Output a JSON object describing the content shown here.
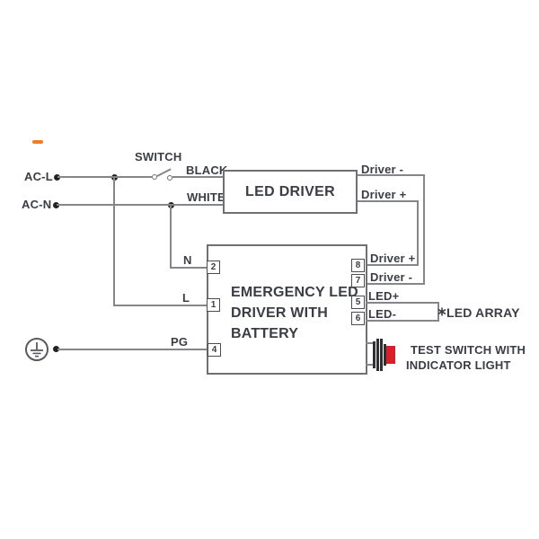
{
  "inputs": {
    "line": "AC-L",
    "neutral": "AC-N"
  },
  "switch_label": "SWITCH",
  "wire_labels": {
    "black": "BLACK",
    "white": "WHITE",
    "n": "N",
    "l": "L",
    "pg": "PG"
  },
  "led_driver_box": {
    "title": "LED DRIVER",
    "out_minus": "Driver -",
    "out_plus": "Driver +"
  },
  "emergency_box": {
    "title_lines": [
      "EMERGENCY LED",
      "DRIVER WITH",
      "BATTERY"
    ],
    "terminals_left": [
      "2",
      "1",
      "4"
    ],
    "terminals_right": [
      "8",
      "7",
      "5",
      "6"
    ],
    "in_plus": "Driver +",
    "in_minus": "Driver -",
    "led_plus": "LED+",
    "led_minus": "LED-"
  },
  "led_array_label": "LED ARRAY",
  "test_switch": {
    "line1": "TEST SWITCH WITH",
    "line2": "INDICATOR LIGHT"
  },
  "colors": {
    "wire": "#85868a",
    "text": "#3a3d45",
    "box_border": "#707072",
    "button_red": "#d8202a",
    "accent_orange": "#ef7d27"
  }
}
